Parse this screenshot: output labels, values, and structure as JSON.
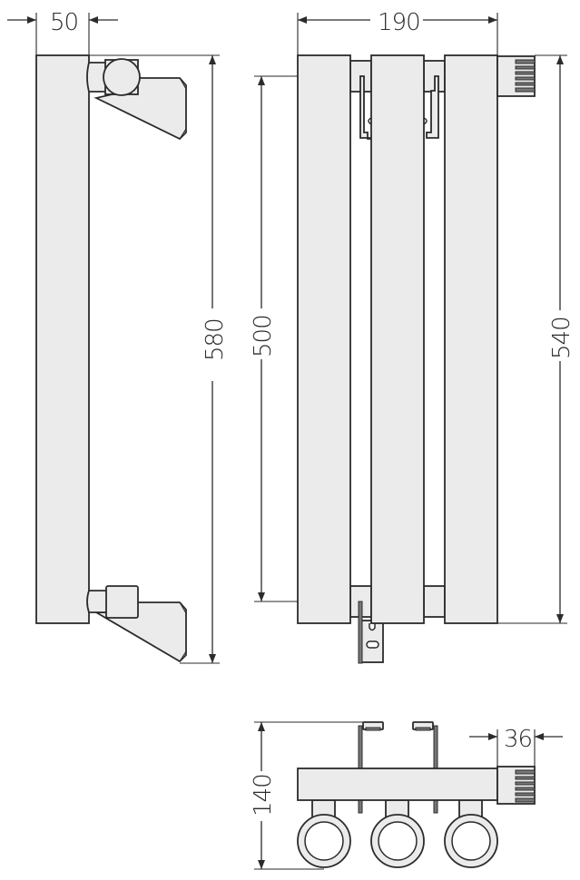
{
  "drawing": {
    "subject": "vertical column radiator technical drawing",
    "views": {
      "side_view": {
        "dimensions": {
          "depth": "50",
          "height_total": "580"
        }
      },
      "front_view": {
        "dimensions": {
          "width": "190",
          "connection_distance": "500",
          "height": "540"
        }
      },
      "top_view": {
        "dimensions": {
          "depth_total": "140",
          "valve_width": "36"
        }
      }
    },
    "colors": {
      "line": "#2b2b2b",
      "fill": "#ebebeb",
      "background": "#ffffff"
    }
  }
}
